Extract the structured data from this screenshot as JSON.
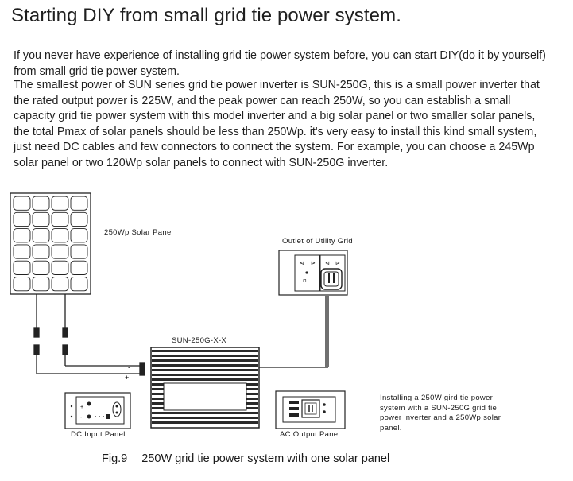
{
  "title": "Starting DIY from small grid tie power system.",
  "paragraphs": {
    "p1": "If you never have experience of installing grid tie power system before, you can start DIY(do it by yourself) from small grid tie power system.",
    "p2": "The smallest power of SUN series grid tie power inverter is SUN-250G, this is a small power inverter that the rated output power is 225W, and the peak power can reach 250W, so you can establish a small capacity grid tie power system with this model inverter and a big solar panel or two smaller solar panels, the total Pmax of solar panels should be less than 250Wp. it's very easy to install this kind small system, just need DC cables and few connectors to connect the system. For example, you can choose a 245Wp solar panel or two 120Wp solar panels to connect with SUN-250G inverter."
  },
  "diagram": {
    "solar_panel_label": "250Wp Solar Panel",
    "outlet_label": "Outlet of Utility Grid",
    "inverter_label": "SUN-250G-X-X",
    "dc_panel_label": "DC Input Panel",
    "ac_panel_label": "AC Output Panel",
    "install_note": "Installing a 250W gird tie power system with a SUN-250G grid tie power inverter and a 250Wp solar panel.",
    "minus_sign": "-",
    "plus_sign": "+"
  },
  "caption": {
    "number": "Fig.9",
    "text": "250W grid tie power system with one solar panel"
  },
  "colors": {
    "line": "#222222",
    "fin_dark": "#2a2a2a",
    "fin_light": "#f2f2f2"
  }
}
